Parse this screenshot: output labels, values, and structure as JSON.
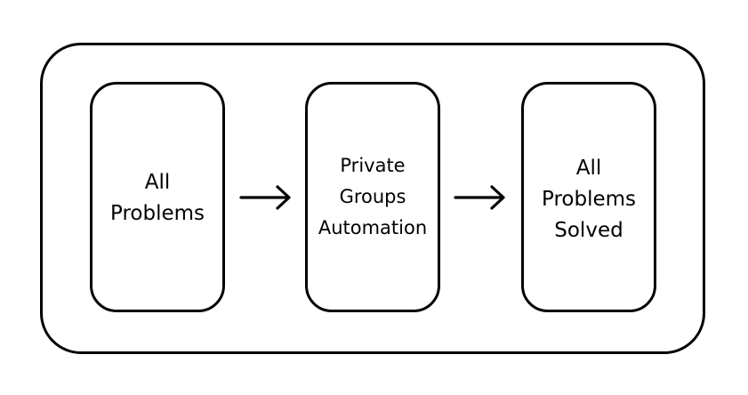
{
  "steps": [
    {
      "lines": [
        "All",
        "Problems"
      ]
    },
    {
      "lines": [
        "Private",
        "Groups",
        "Automation"
      ]
    },
    {
      "lines": [
        "All",
        "Problems",
        "Solved"
      ]
    }
  ],
  "colors": {
    "stroke": "#000000",
    "background": "#ffffff"
  },
  "connectors": [
    "right-arrow-icon",
    "right-arrow-icon"
  ]
}
